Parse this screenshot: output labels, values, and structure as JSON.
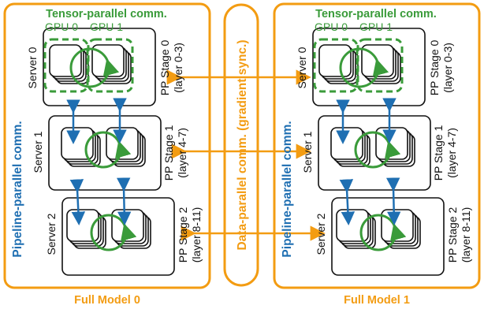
{
  "colors": {
    "orange": "#f39c12",
    "green": "#3a9b3a",
    "blue": "#1f6fb2",
    "black": "#111111"
  },
  "center_label": "Data-parallel comm. (gradient sync.)",
  "models": [
    {
      "footer": "Full Model 0",
      "tensor_title": "Tensor-parallel comm.",
      "gpu_labels": [
        "GPU 0",
        "GPU 1"
      ],
      "pipeline_label": "Pipeline-parallel comm.",
      "servers": [
        {
          "name": "Server 0",
          "stage": "PP Stage 0",
          "layers": "(layer 0-3)"
        },
        {
          "name": "Server 1",
          "stage": "PP Stage 1",
          "layers": "(layer 4-7)"
        },
        {
          "name": "Server 2",
          "stage": "PP Stage 2",
          "layers": "(layer 8-11)"
        }
      ]
    },
    {
      "footer": "Full Model 1",
      "tensor_title": "Tensor-parallel comm.",
      "gpu_labels": [
        "GPU 0",
        "GPU 1"
      ],
      "pipeline_label": "Pipeline-parallel comm.",
      "servers": [
        {
          "name": "Server 0",
          "stage": "PP Stage 0",
          "layers": "(layer 0-3)"
        },
        {
          "name": "Server 1",
          "stage": "PP Stage 1",
          "layers": "(layer 4-7)"
        },
        {
          "name": "Server 2",
          "stage": "PP Stage 2",
          "layers": "(layer 8-11)"
        }
      ]
    }
  ]
}
